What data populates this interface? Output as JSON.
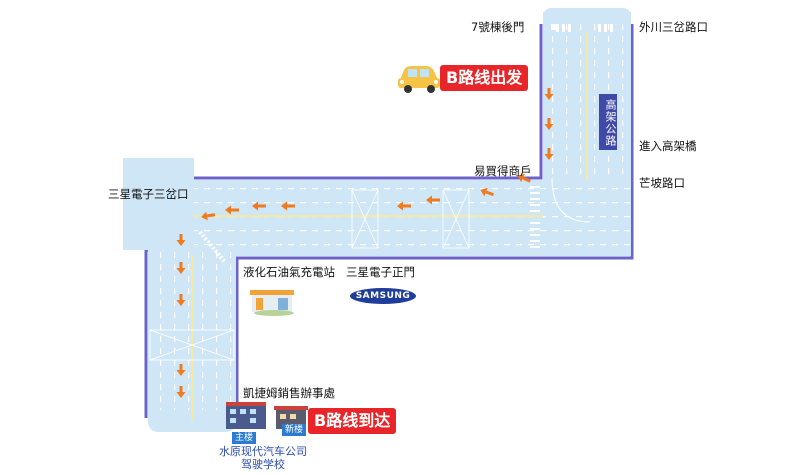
{
  "labels": {
    "gate7": "7號棟後門",
    "waichuan": "外川三岔路口",
    "enter_overpass": "進入高架橋",
    "mangpo": "芒坡路口",
    "yimaide": "易買得商戶",
    "samsung_junction": "三星電子三岔口",
    "lpg_station": "液化石油氣充電站",
    "samsung_gate": "三星電子正門",
    "kaijie_office": "凱捷姆銷售辦事處"
  },
  "route": {
    "start_label": "B路线出发",
    "end_label": "B路线到达"
  },
  "overpass_label": "高架公路",
  "samsung_logo": "SAMSUNG",
  "buildings": {
    "main": "主楼",
    "new": "新楼"
  },
  "school": {
    "line1": "水原现代汽车公司",
    "line2": "驾驶学校"
  },
  "colors": {
    "road": "#cfe6f7",
    "road_edge": "#6b63c9",
    "arrow": "#f07a1e",
    "route_badge": "#e8262a",
    "car": "#f6c445"
  }
}
